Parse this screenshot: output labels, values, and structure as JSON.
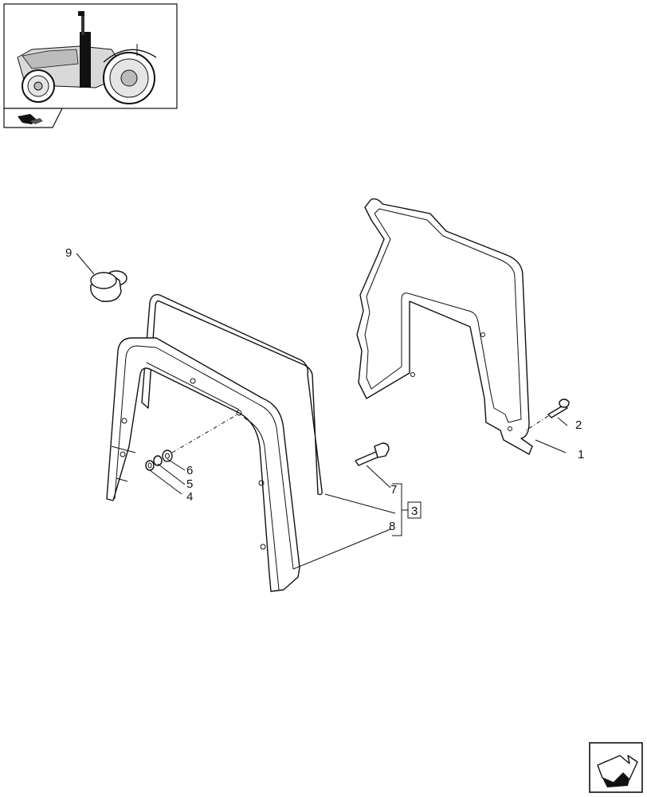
{
  "diagram": {
    "callouts": {
      "c1": "1",
      "c2": "2",
      "c3": "3",
      "c4": "4",
      "c5": "5",
      "c6": "6",
      "c7": "7",
      "c8": "8",
      "c9": "9"
    },
    "icons": {
      "tractor_thumbnail": "tractor-thumbnail-icon",
      "thumbnail_tab": "thumbnail-tab-icon",
      "next_page": "next-page-arrow-icon"
    }
  }
}
